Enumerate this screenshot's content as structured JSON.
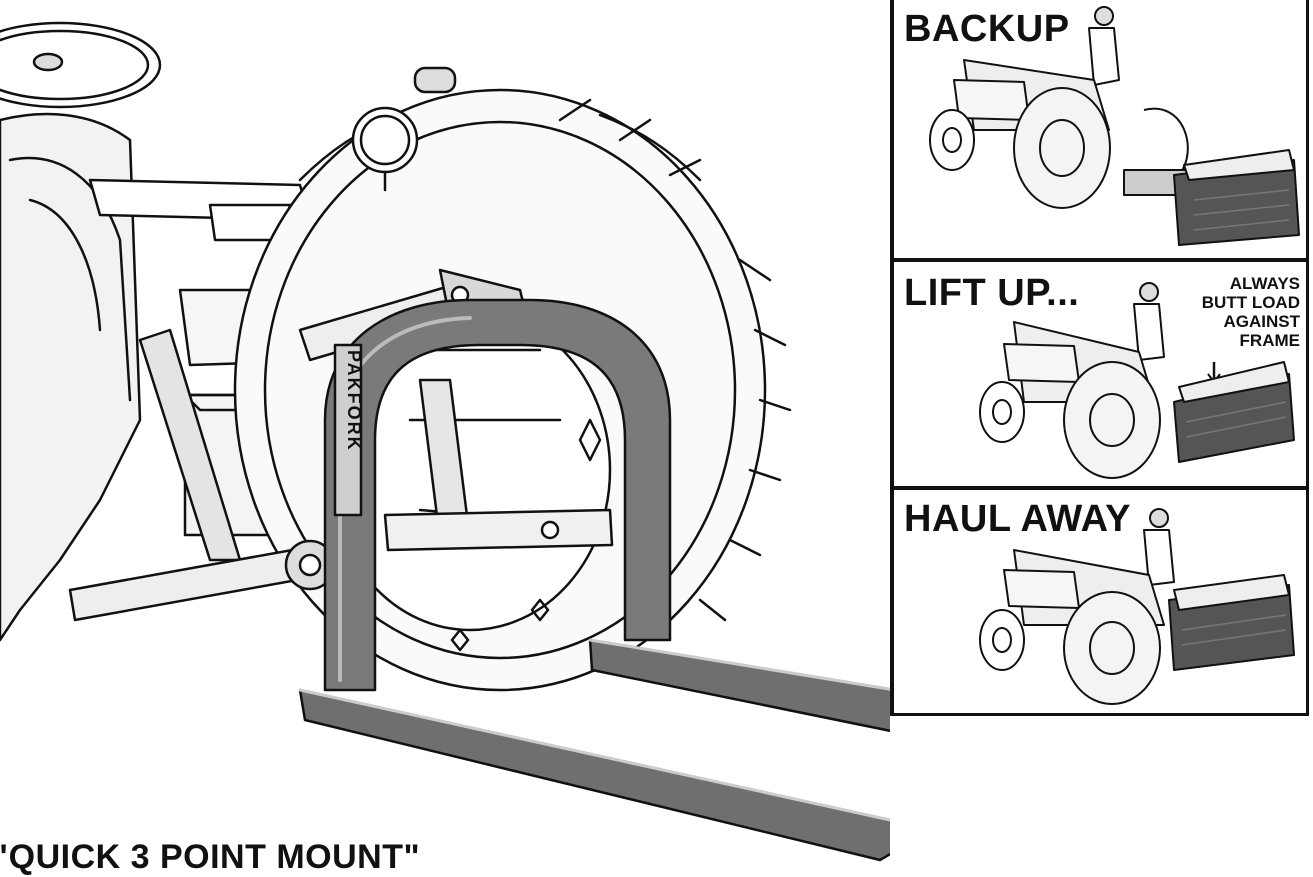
{
  "panels": [
    {
      "title": "BACKUP",
      "note": []
    },
    {
      "title": "LIFT UP...",
      "note": [
        "ALWAYS",
        "BUTT LOAD",
        "AGAINST",
        "FRAME"
      ]
    },
    {
      "title": "HAUL AWAY",
      "note": []
    }
  ],
  "fork_frame_label": "PAKFORK",
  "caption": "\"QUICK 3 POINT MOUNT\""
}
